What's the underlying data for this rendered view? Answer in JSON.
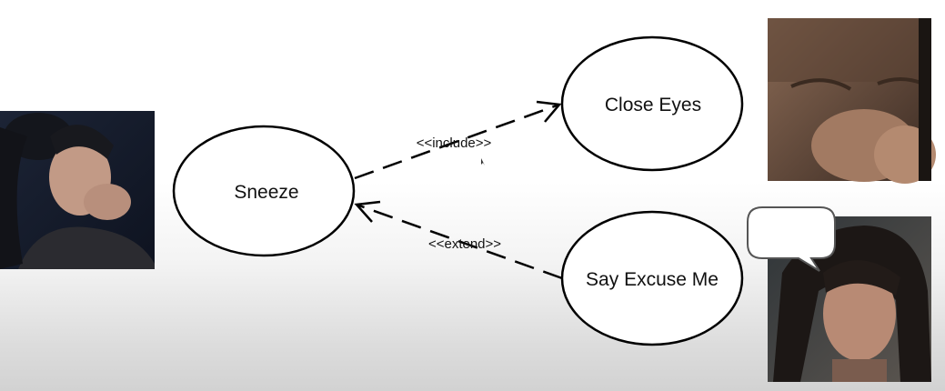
{
  "use_cases": {
    "sneeze": "Sneeze",
    "close_eyes": "Close Eyes",
    "say_excuse_me": "Say Excuse Me"
  },
  "relationships": {
    "include": "<<include>>",
    "extend": "<<extend>>"
  },
  "photos": [
    {
      "name": "person-sneezing-photo"
    },
    {
      "name": "person-eyes-closed-photo"
    },
    {
      "name": "woman-with-speech-bubble-photo"
    }
  ],
  "colors": {
    "stroke": "#000000",
    "text": "#111111",
    "photo_dark": "#1a1e2b",
    "skin": "#c89a82"
  }
}
